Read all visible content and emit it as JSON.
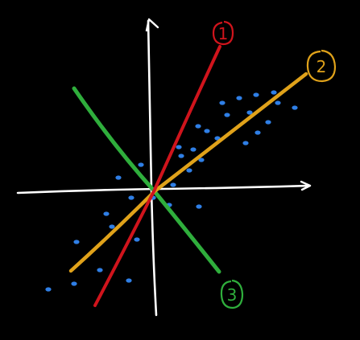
{
  "background": "#000000",
  "axes": {
    "color": "#ffffff"
  },
  "points": {
    "color": "#2f7fe6"
  },
  "lines": [
    {
      "id": "line-1",
      "label": "1",
      "color": "#d0141c"
    },
    {
      "id": "line-2",
      "label": "2",
      "color": "#e0a21a"
    },
    {
      "id": "line-3",
      "label": "3",
      "color": "#2fae3c"
    }
  ]
}
